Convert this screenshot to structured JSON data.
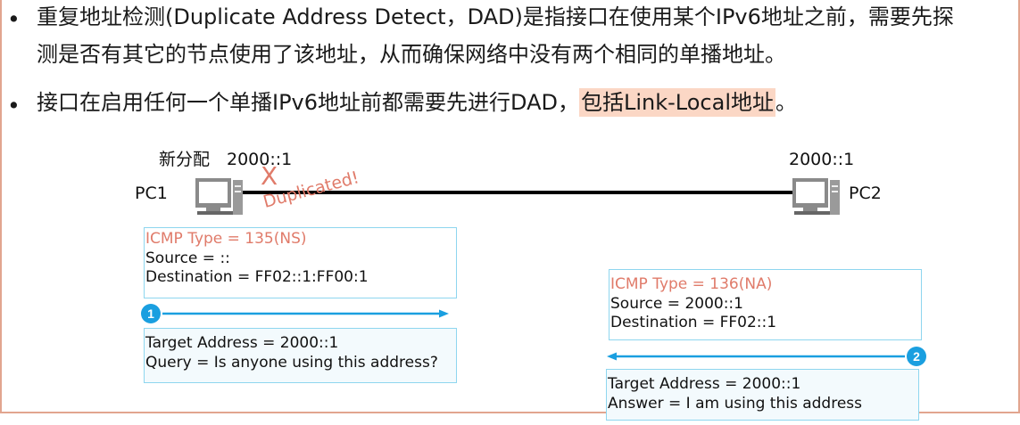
{
  "bullets": [
    {
      "line1": "重复地址检测(Duplicate Address Detect，DAD)是指接口在使用某个IPv6地址之前，需要先探",
      "line2": "测是否有其它的节点使用了该地址，从而确保网络中没有两个相同的单播地址。"
    },
    {
      "text": "接口在启用任何一个单播IPv6地址前都需要先进行DAD，",
      "highlight": "包括Link-Local地址",
      "suffix": "。"
    }
  ],
  "bullet_symbol": "•",
  "pc1": {
    "name": "PC1",
    "new_label": "新分配",
    "address": "2000::1"
  },
  "pc2": {
    "name": "PC2",
    "address": "2000::1"
  },
  "conflict": {
    "mark": "X",
    "text": "Duplicated!"
  },
  "ns": {
    "step": "1",
    "type": "ICMP Type = 135(NS)",
    "source": "Source = ::",
    "destination": "Destination = FF02::1:FF00:1",
    "target": "Target Address = 2000::1",
    "query": "Query = Is anyone using this address?"
  },
  "na": {
    "step": "2",
    "type": "ICMP Type = 136(NA)",
    "source": "Source = 2000::1",
    "destination": "Destination  = FF02::1",
    "target": "Target Address = 2000::1",
    "answer": "Answer = I am using this address"
  },
  "colors": {
    "accent": "#e07b6a",
    "highlight": "#fbd7c5",
    "arrow": "#1a9fe0",
    "box_border": "#8ed6ef",
    "frame": "#e2a58f"
  },
  "icons": [
    "computer-icon",
    "computer-icon"
  ]
}
